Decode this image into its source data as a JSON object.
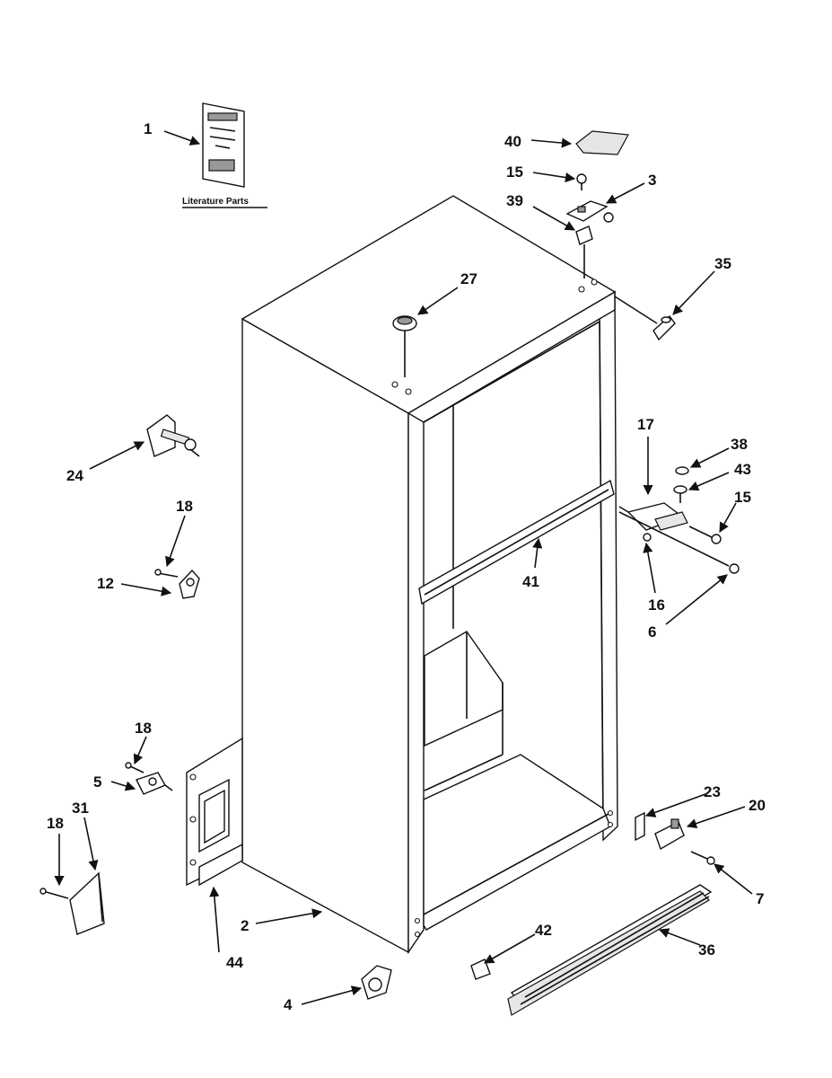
{
  "literature": {
    "caption": "Literature Parts"
  },
  "callouts": {
    "c1": "1",
    "c40": "40",
    "c15a": "15",
    "c3": "3",
    "c39": "39",
    "c35": "35",
    "c27": "27",
    "c24": "24",
    "c17": "17",
    "c38": "38",
    "c43": "43",
    "c15b": "15",
    "c18a": "18",
    "c12": "12",
    "c41": "41",
    "c16": "16",
    "c6": "6",
    "c18b": "18",
    "c5": "5",
    "c18c": "18",
    "c31": "31",
    "c23": "23",
    "c20": "20",
    "c7": "7",
    "c2": "2",
    "c44": "44",
    "c42": "42",
    "c36": "36",
    "c4": "4"
  }
}
